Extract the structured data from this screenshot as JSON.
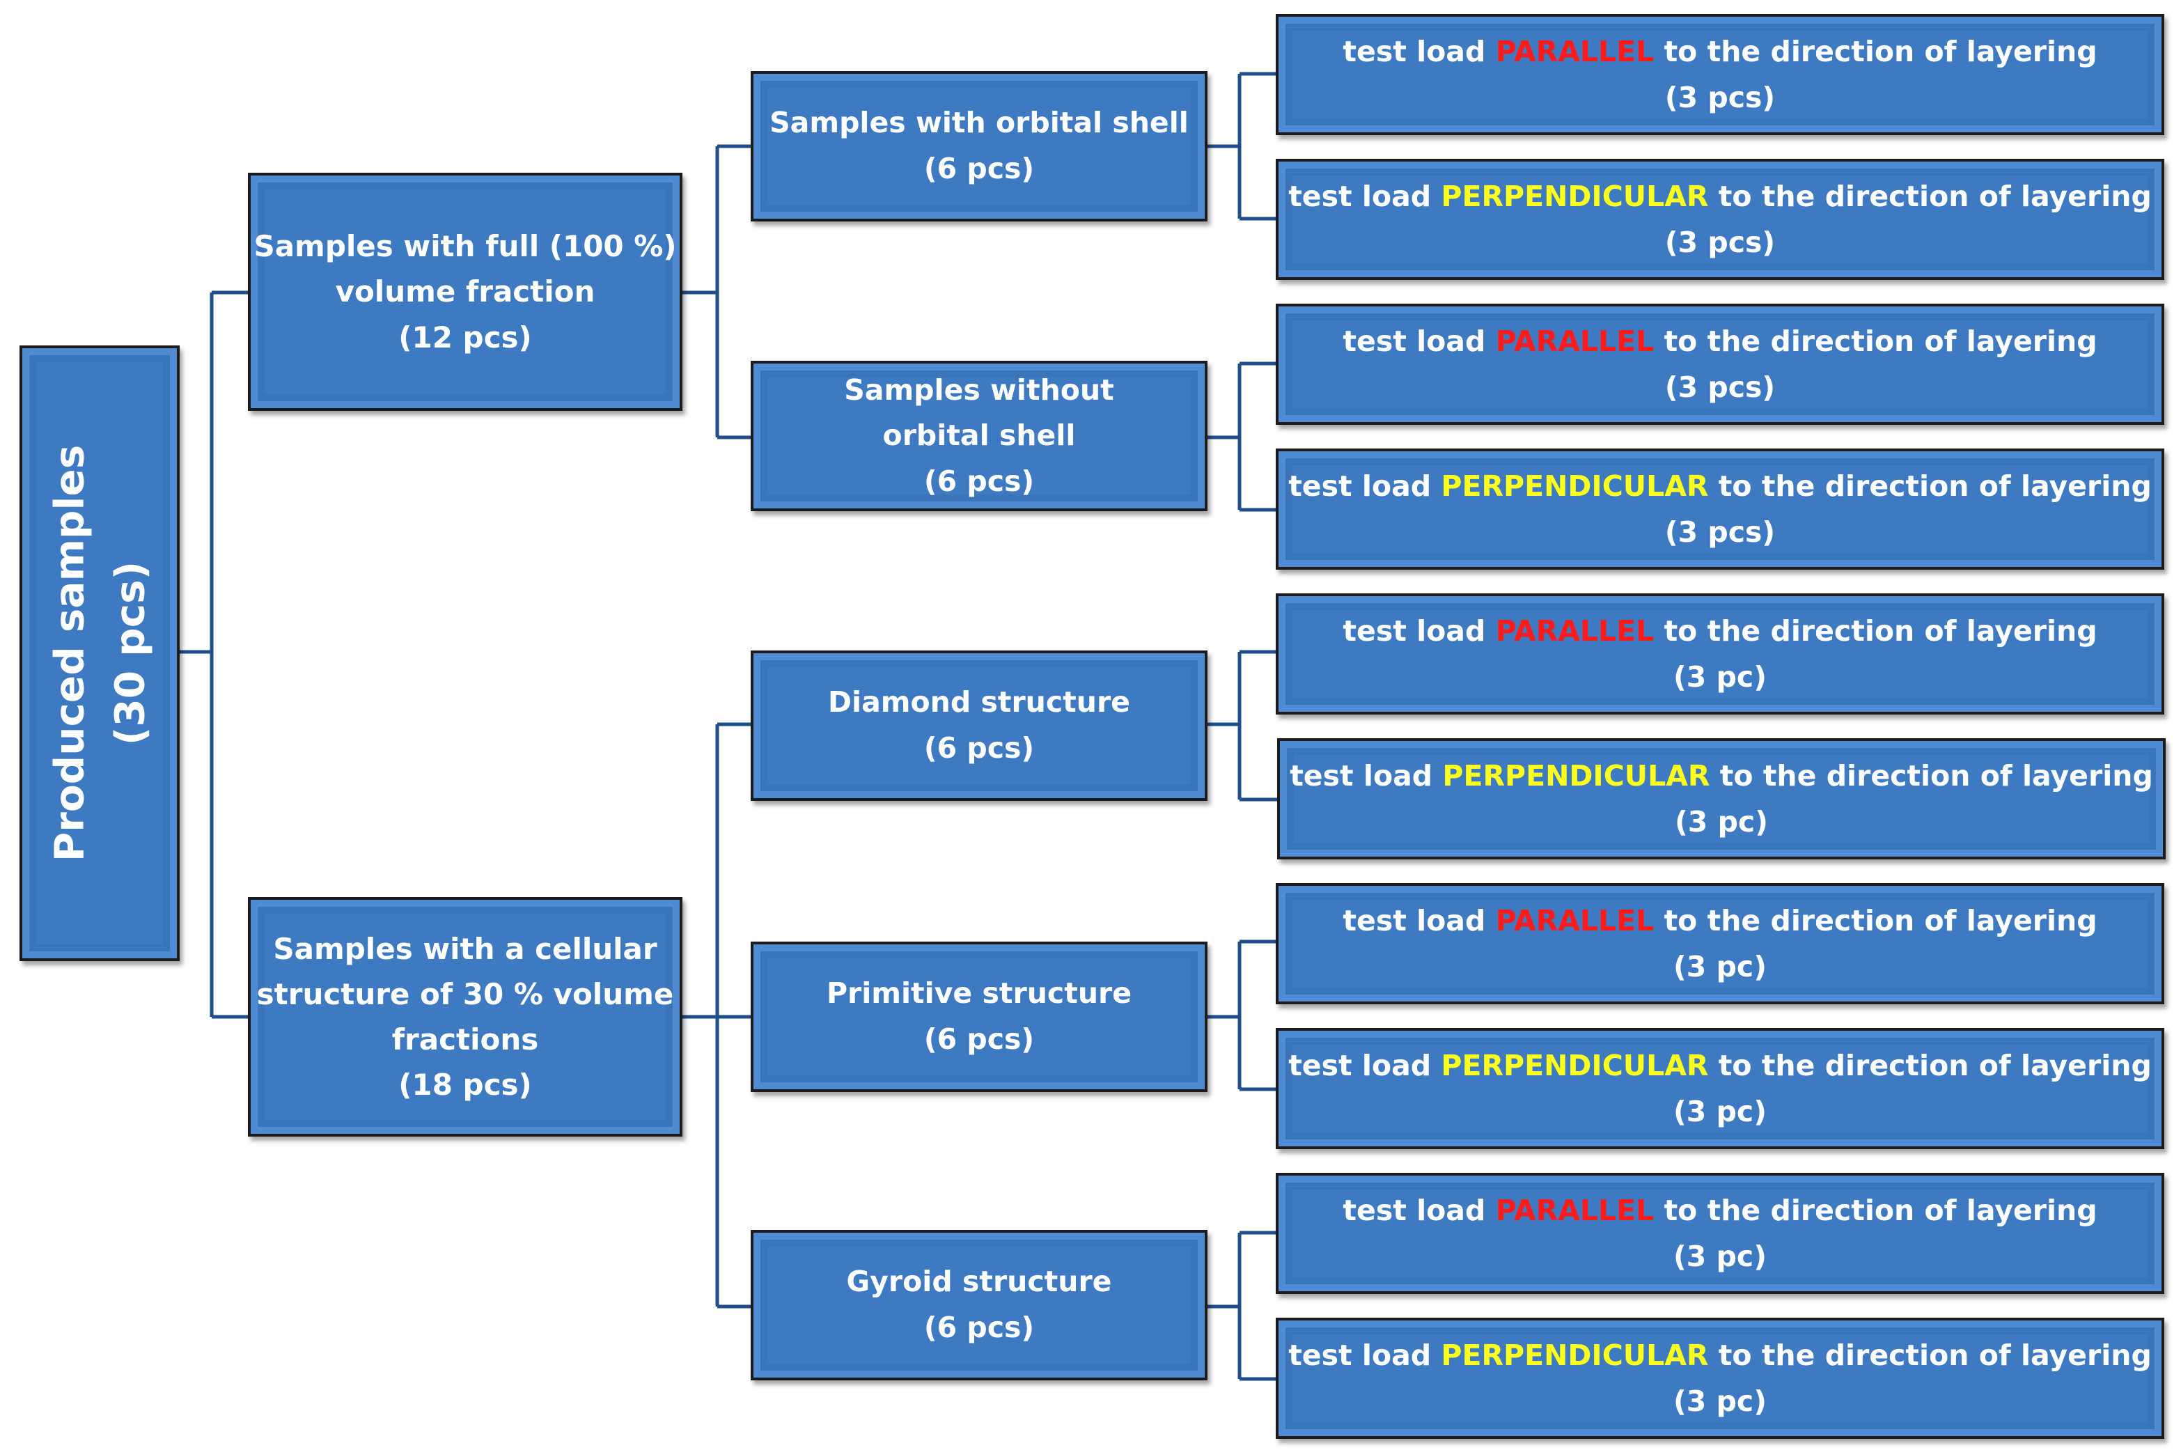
{
  "root": {
    "label": "Produced samples",
    "count": "(30 pcs)"
  },
  "groups": [
    {
      "lines": [
        "Samples with full (100 %)",
        "volume fraction",
        "(12 pcs)"
      ],
      "subgroups": [
        {
          "lines": [
            "Samples with orbital shell",
            "(6 pcs)"
          ],
          "tests": [
            {
              "prefix": "test load ",
              "keyword": "PARALLEL",
              "suffix": " to the direction of layering",
              "count": "(3 pcs)"
            },
            {
              "prefix": "test load ",
              "keyword": "PERPENDICULAR",
              "suffix": " to the direction of layering",
              "count": "(3 pcs)"
            }
          ]
        },
        {
          "lines": [
            "Samples without",
            "orbital shell",
            "(6 pcs)"
          ],
          "tests": [
            {
              "prefix": "test load ",
              "keyword": "PARALLEL",
              "suffix": " to the direction of layering",
              "count": "(3 pcs)"
            },
            {
              "prefix": "test load ",
              "keyword": "PERPENDICULAR",
              "suffix": " to the direction of layering",
              "count": "(3 pcs)"
            }
          ]
        }
      ]
    },
    {
      "lines": [
        "Samples with a cellular",
        "structure of 30 %  volume",
        "fractions",
        "(18 pcs)"
      ],
      "subgroups": [
        {
          "lines": [
            "Diamond structure",
            "(6 pcs)"
          ],
          "tests": [
            {
              "prefix": "test load ",
              "keyword": "PARALLEL",
              "suffix": " to the direction of layering",
              "count": "(3 pc)"
            },
            {
              "prefix": "test load ",
              "keyword": "PERPENDICULAR",
              "suffix": " to the direction of layering",
              "count": "(3 pc)"
            }
          ]
        },
        {
          "lines": [
            "Primitive structure",
            "(6 pcs)"
          ],
          "tests": [
            {
              "prefix": "test load ",
              "keyword": "PARALLEL",
              "suffix": " to the direction of layering",
              "count": "(3 pc)"
            },
            {
              "prefix": "test load ",
              "keyword": "PERPENDICULAR",
              "suffix": " to the direction of layering",
              "count": "(3 pc)"
            }
          ]
        },
        {
          "lines": [
            "Gyroid structure",
            "(6 pcs)"
          ],
          "tests": [
            {
              "prefix": "test load ",
              "keyword": "PARALLEL",
              "suffix": " to the direction of layering",
              "count": "(3 pc)"
            },
            {
              "prefix": "test load ",
              "keyword": "PERPENDICULAR",
              "suffix": " to the direction of layering",
              "count": "(3 pc)"
            }
          ]
        }
      ]
    }
  ],
  "colors": {
    "box_fill": "#3d7ac2",
    "connector": "#1f4e8c",
    "parallel_keyword": "#ff1a1a",
    "perpendicular_keyword": "#ffff1e",
    "text": "#ffffff"
  }
}
